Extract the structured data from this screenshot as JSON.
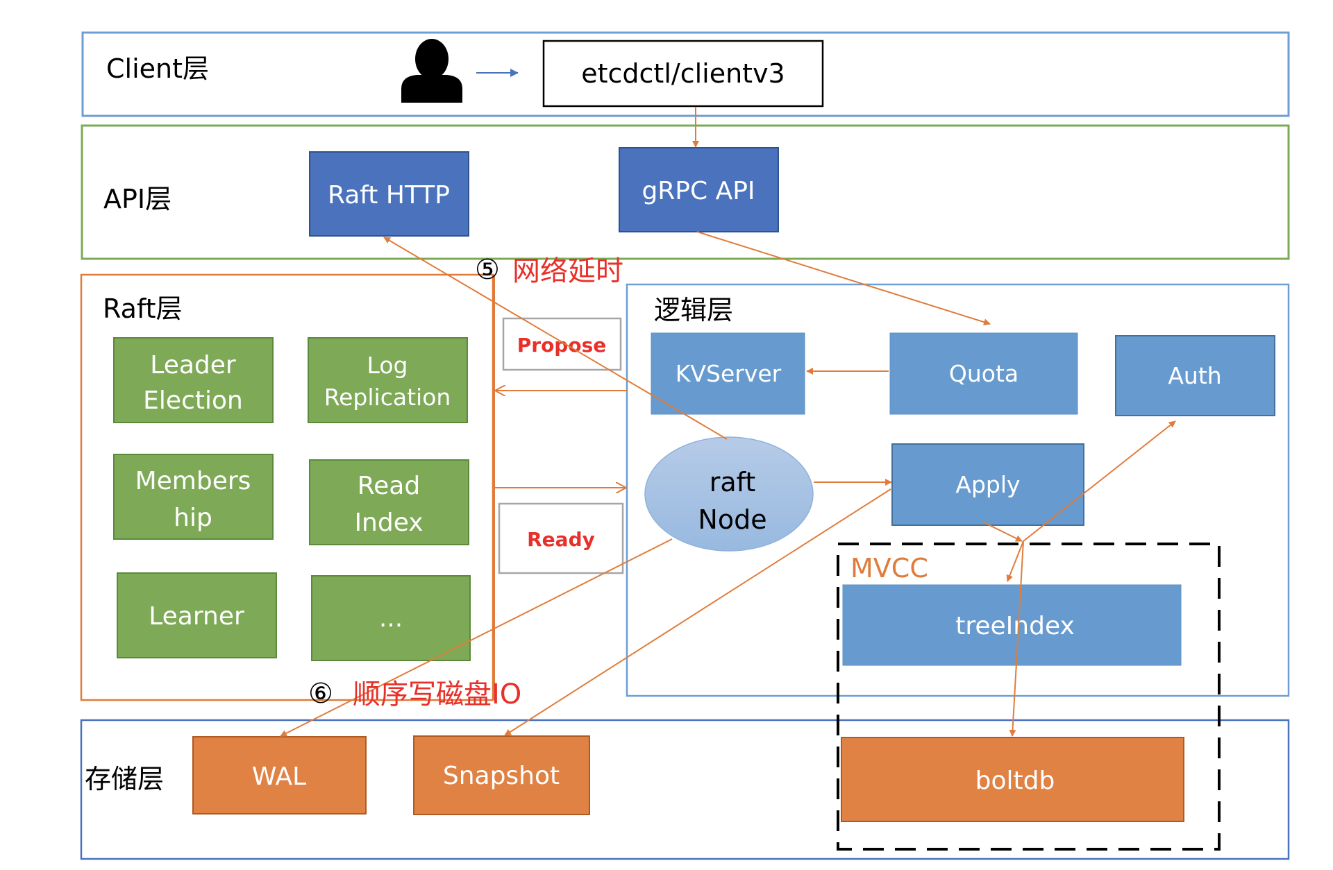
{
  "title": "etcd architecture layers",
  "colors": {
    "client_layer_border": "#6e9ed3",
    "api_layer_border": "#7aab54",
    "raft_layer_border": "#e07c3b",
    "logic_layer_border": "#6e9ed3",
    "storage_layer_border": "#4a72bd",
    "api_node_fill": "#4a72bd",
    "logic_node_fill": "#679bcf",
    "raft_node_fill": "#7ea957",
    "storage_node_fill": "#e08244",
    "connector": "#e07c3b",
    "annotation": "#e8302a"
  },
  "layers": {
    "client": {
      "label": "Client层"
    },
    "api": {
      "label": "API层"
    },
    "raft": {
      "label": "Raft层"
    },
    "logic": {
      "label": "逻辑层"
    },
    "storage": {
      "label": "存储层"
    },
    "mvcc": {
      "label": "MVCC"
    }
  },
  "client": {
    "user_icon": "person-icon",
    "tool_label": "etcdctl/clientv3"
  },
  "api": {
    "raft_http": "Raft HTTP",
    "grpc_api": "gRPC API"
  },
  "raft": {
    "modules": [
      {
        "line1": "Leader",
        "line2": "Election"
      },
      {
        "line1": "Log",
        "line2": "Replication"
      },
      {
        "line1": "Members",
        "line2": "hip"
      },
      {
        "line1": "Read",
        "line2": "Index"
      },
      {
        "line1": "Learner",
        "line2": ""
      },
      {
        "line1": "...",
        "line2": ""
      }
    ],
    "propose_tag": "Propose",
    "ready_tag": "Ready"
  },
  "logic": {
    "kvserver": "KVServer",
    "quota": "Quota",
    "auth": "Auth",
    "raft_node_line1": "raft",
    "raft_node_line2": "Node",
    "apply": "Apply",
    "tree_index": "treeIndex"
  },
  "storage": {
    "wal": "WAL",
    "snapshot": "Snapshot",
    "boltdb": "boltdb"
  },
  "annotations": {
    "network": {
      "number": "⑤",
      "text": "网络延时"
    },
    "disk": {
      "number": "⑥",
      "text": "顺序写磁盘IO"
    }
  }
}
